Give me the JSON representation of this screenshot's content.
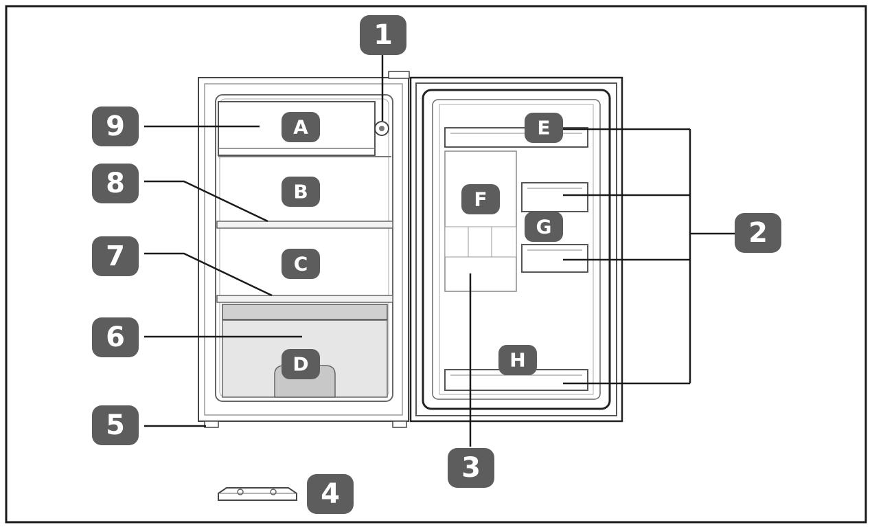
{
  "numbers": {
    "n1": "1",
    "n2": "2",
    "n3": "3",
    "n4": "4",
    "n5": "5",
    "n6": "6",
    "n7": "7",
    "n8": "8",
    "n9": "9"
  },
  "letters": {
    "A": "A",
    "B": "B",
    "C": "C",
    "D": "D",
    "E": "E",
    "F": "F",
    "G": "G",
    "H": "H"
  },
  "colors": {
    "badge": "#5d5d5d",
    "line": "#1a1a1a",
    "frame": "#1a1a1a",
    "fridge_body": "#ffffff",
    "crisper": "#e6e6e6"
  }
}
